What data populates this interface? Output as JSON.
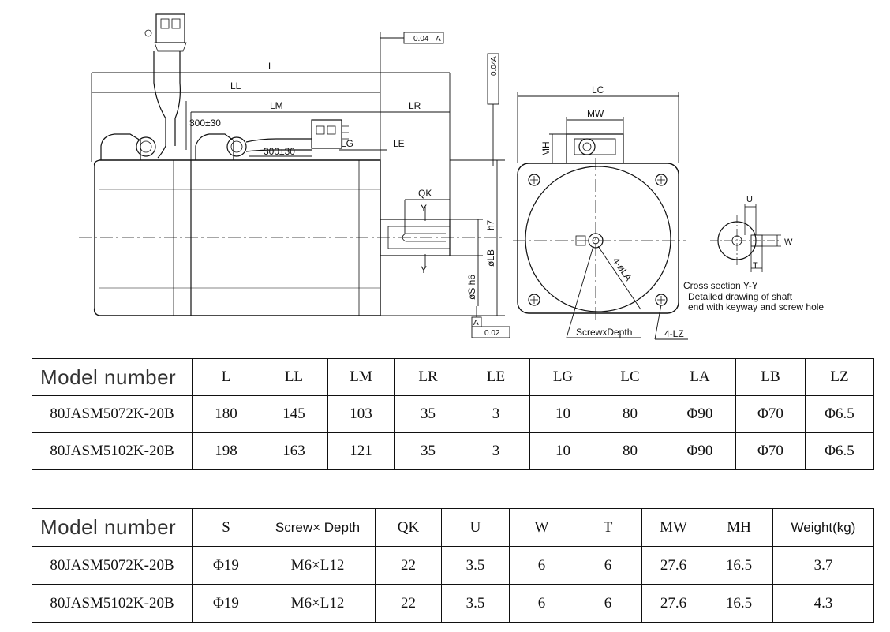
{
  "drawing": {
    "dims": {
      "L": "L",
      "LL": "LL",
      "LM": "LM",
      "LR": "LR",
      "LE": "LE",
      "LG": "LG",
      "LC": "LC",
      "MW": "MW",
      "MH": "MH",
      "QK": "QK",
      "Y": "Y",
      "h7": "h7",
      "LB": "øLB",
      "S": "øS h6",
      "LA": "4-øLA",
      "LZ": "4-LZ",
      "U": "U",
      "W": "W",
      "T": "T",
      "cable1": "300±30",
      "cable2": "300±30",
      "tol_flat": "0.04",
      "tol_flat_ref": "A",
      "tol_circ": "0.04",
      "tol_circ_ref": "A",
      "tol_run": "0.02",
      "datum": "A"
    },
    "labels": {
      "screw": "ScrewxDepth",
      "section_title": "Cross section",
      "section_mark": "Y-Y",
      "section_line1": "Detailed drawing of shaft",
      "section_line2": "end with keyway and screw hole"
    }
  },
  "table1": {
    "headers": [
      "Model number",
      "L",
      "LL",
      "LM",
      "LR",
      "LE",
      "LG",
      "LC",
      "LA",
      "LB",
      "LZ"
    ],
    "rows": [
      [
        "80JASM5072K-20B",
        "180",
        "145",
        "103",
        "35",
        "3",
        "10",
        "80",
        "Φ90",
        "Φ70",
        "Φ6.5"
      ],
      [
        "80JASM5102K-20B",
        "198",
        "163",
        "121",
        "35",
        "3",
        "10",
        "80",
        "Φ90",
        "Φ70",
        "Φ6.5"
      ]
    ]
  },
  "table2": {
    "headers": [
      "Model number",
      "S",
      "Screw× Depth",
      "QK",
      "U",
      "W",
      "T",
      "MW",
      "MH",
      "Weight(kg)"
    ],
    "rows": [
      [
        "80JASM5072K-20B",
        "Φ19",
        "M6×L12",
        "22",
        "3.5",
        "6",
        "6",
        "27.6",
        "16.5",
        "3.7"
      ],
      [
        "80JASM5102K-20B",
        "Φ19",
        "M6×L12",
        "22",
        "3.5",
        "6",
        "6",
        "27.6",
        "16.5",
        "4.3"
      ]
    ]
  }
}
